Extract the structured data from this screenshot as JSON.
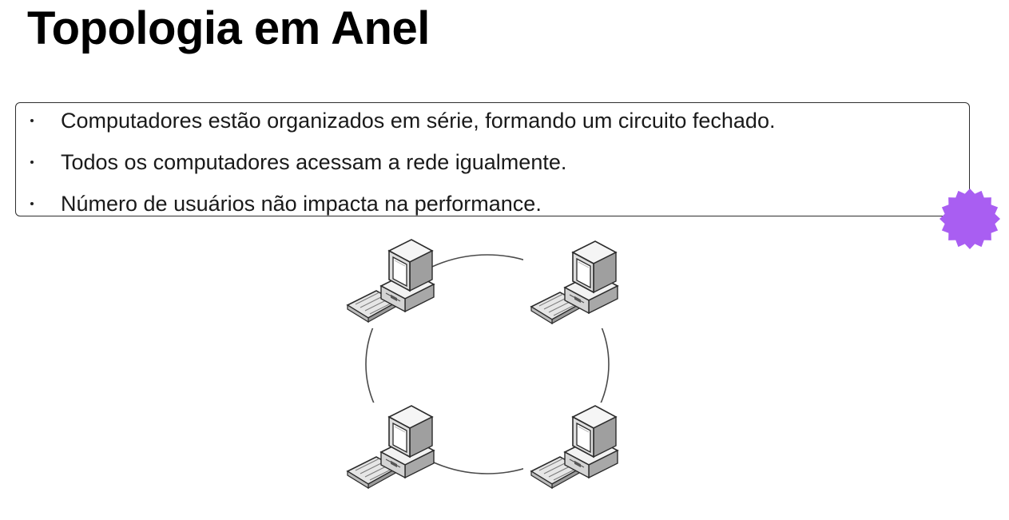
{
  "slide": {
    "title": "Topologia em Anel",
    "bullets": [
      "Computadores estão organizados em série, formando um circuito fechado.",
      "Todos os computadores acessam a rede igualmente.",
      "Número de usuários não impacta na performance."
    ]
  },
  "badge": {
    "color": "#a95ef2",
    "shape": "scalloped-seal-icon"
  },
  "diagram": {
    "type": "ring-topology",
    "ring_color": "#4a4a4a",
    "nodes": [
      {
        "icon": "desktop-computer-icon"
      },
      {
        "icon": "desktop-computer-icon"
      },
      {
        "icon": "desktop-computer-icon"
      },
      {
        "icon": "desktop-computer-icon"
      }
    ]
  }
}
